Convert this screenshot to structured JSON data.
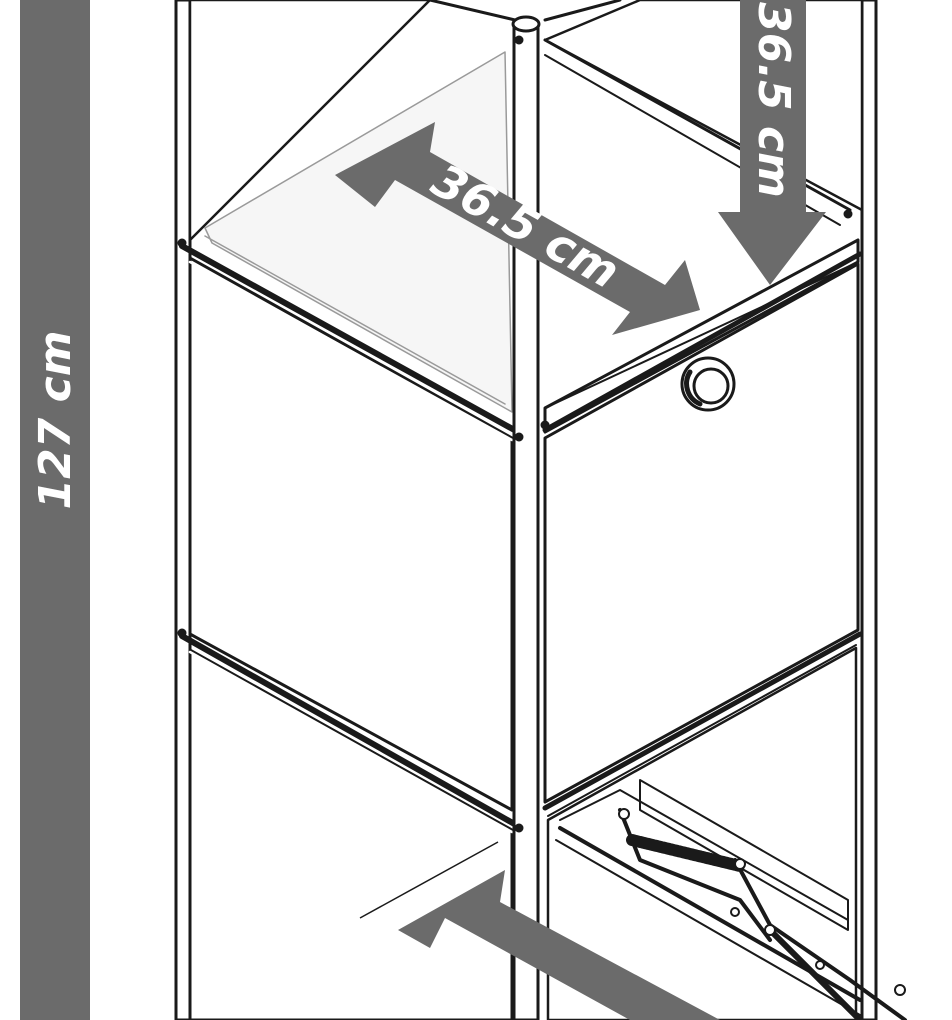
{
  "dimensions": {
    "height": "127 cm",
    "width": "36.5 cm",
    "depth": "36.5 cm"
  },
  "colors": {
    "arrow_fill": "#6b6b6b",
    "line": "#1a1a1a",
    "panel": "#ffffff",
    "glass": "#f6f6f6"
  }
}
